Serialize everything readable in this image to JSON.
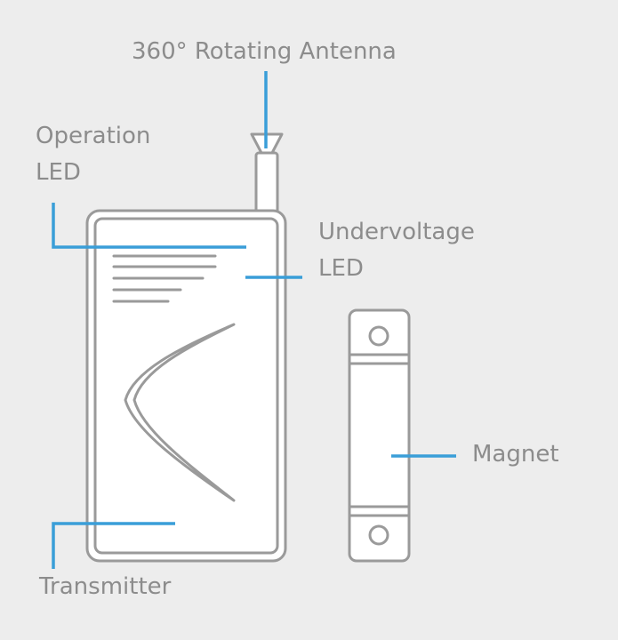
{
  "labels": {
    "antenna": "360° Rotating Antenna",
    "operation_led": [
      "Operation",
      "LED"
    ],
    "undervoltage_led": [
      "Undervoltage",
      "LED"
    ],
    "magnet": "Magnet",
    "transmitter": "Transmitter"
  },
  "colors": {
    "background": "#ededed",
    "outline": "#9a9a9a",
    "device_fill": "#ffffff",
    "callout": "#3a9ed8",
    "label_text": "#8c8c8c"
  }
}
